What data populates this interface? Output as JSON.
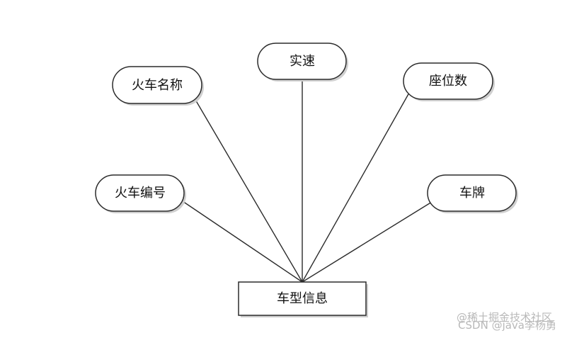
{
  "diagram": {
    "entity": {
      "label": "车型信息"
    },
    "attributes": [
      {
        "id": "train-name",
        "label": "火车名称"
      },
      {
        "id": "speed",
        "label": "实速"
      },
      {
        "id": "seat-count",
        "label": "座位数"
      },
      {
        "id": "train-number",
        "label": "火车编号"
      },
      {
        "id": "plate",
        "label": "车牌"
      }
    ]
  },
  "watermark": {
    "line1": "@稀土掘金技术社区",
    "line2": "CSDN @java李杨勇"
  }
}
